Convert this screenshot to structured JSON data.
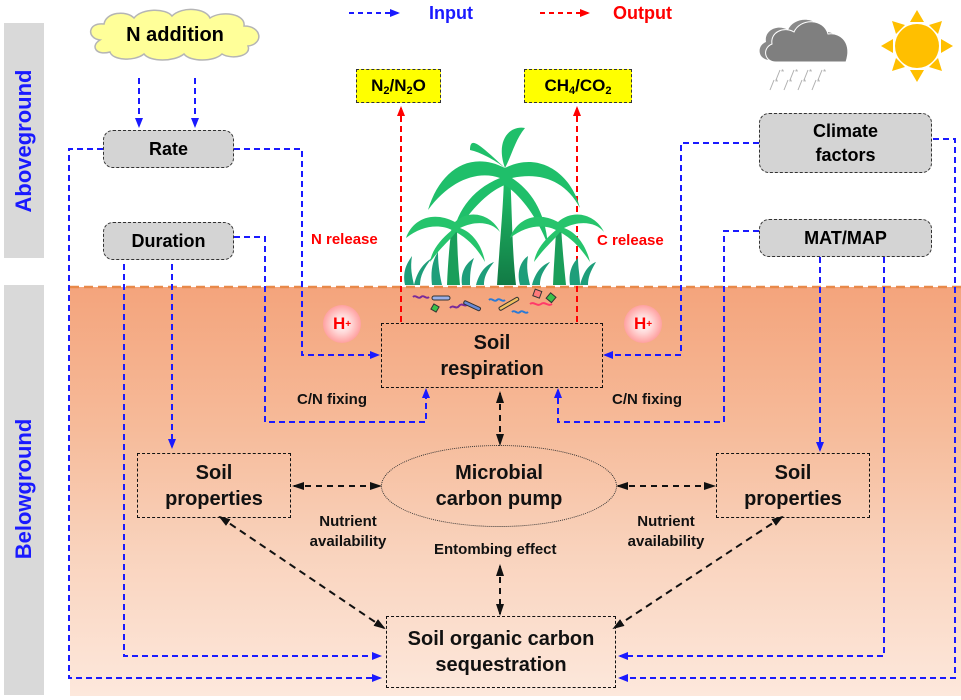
{
  "legend": {
    "input": {
      "label": "Input",
      "color": "#1a1aff"
    },
    "output": {
      "label": "Output",
      "color": "#ff0000"
    }
  },
  "zones": {
    "aboveground": "Aboveground",
    "belowground": "Belowground"
  },
  "drivers": {
    "n_addition": "N addition",
    "rate": "Rate",
    "duration": "Duration",
    "climate_factors_line1": "Climate",
    "climate_factors_line2": "factors",
    "mat_map": "MAT/MAP"
  },
  "gases": {
    "n_gas": {
      "base1": "N",
      "sub1": "2",
      "mid": "/N",
      "sub2": "2",
      "end": "O"
    },
    "c_gas": {
      "base1": "CH",
      "sub1": "4",
      "mid": "/CO",
      "sub2": "2",
      "end": ""
    }
  },
  "flows": {
    "n_release": "N release",
    "c_release": "C release",
    "cn_fixing_left": "C/N fixing",
    "cn_fixing_right": "C/N fixing",
    "nutrient_left_line1": "Nutrient",
    "nutrient_left_line2": "availability",
    "nutrient_right_line1": "Nutrient",
    "nutrient_right_line2": "availability",
    "entombing": "Entombing effect"
  },
  "ions": {
    "left": {
      "base": "H",
      "sup": "+"
    },
    "right": {
      "base": "H",
      "sup": "+"
    }
  },
  "processes": {
    "soil_respiration_line1": "Soil",
    "soil_respiration_line2": "respiration",
    "soil_props_left_line1": "Soil",
    "soil_props_left_line2": "properties",
    "soil_props_right_line1": "Soil",
    "soil_props_right_line2": "properties",
    "mcp_line1": "Microbial",
    "mcp_line2": "carbon pump",
    "soc_line1": "Soil organic carbon",
    "soc_line2": "sequestration"
  },
  "icons": {
    "weather": "snow-cloud-icon",
    "sun": "sun-icon",
    "vegetation": "palm-trees-icon",
    "microbes": "soil-microbes-icon"
  },
  "colors": {
    "input_arrow": "#1a1aff",
    "output_arrow": "#ff0000",
    "soil_top": "#f4a47c",
    "soil_bottom": "#fde8dc",
    "driver_box": "#d4d4d4",
    "gas_box": "#ffff00",
    "tree_green": "#1fbf6a"
  }
}
